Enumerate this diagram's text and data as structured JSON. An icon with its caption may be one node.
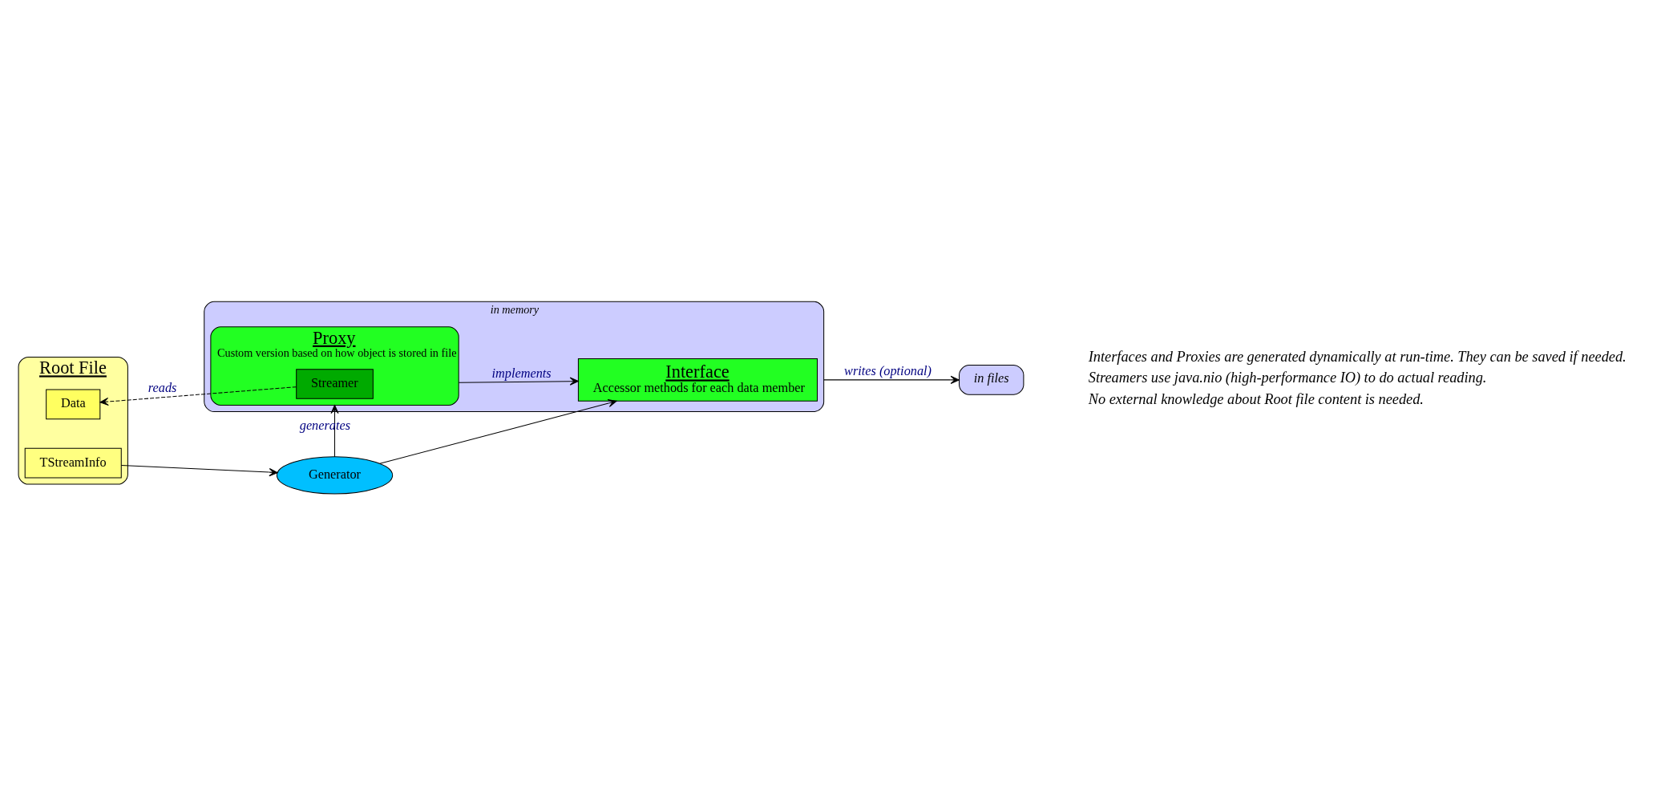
{
  "diagram": {
    "nodes": [
      {
        "text": [
          "Root File"
        ]
      },
      {
        "text": [
          "TStreamInfo"
        ],
        "in": 0
      },
      {
        "text": [
          "Data"
        ],
        "in": 0
      },
      {
        "text": [
          "Generator"
        ]
      },
      {
        "text": [
          "in memory"
        ]
      },
      {
        "text": [
          "Interface",
          "Accessor methods for each data member"
        ],
        "in": 4
      },
      {
        "text": [
          "Proxy",
          "Custom version based on how object is stored in file"
        ],
        "in": 4
      },
      {
        "text": [
          "Streamer"
        ],
        "in": 6
      },
      {
        "text": [
          "in files"
        ]
      }
    ],
    "edges": [
      {
        "from": 1,
        "to": 3,
        "arrow": "to"
      },
      {
        "from": 3,
        "to": 5,
        "arrow": "to"
      },
      {
        "from": 3,
        "to": 6,
        "arrow": "to",
        "label": "generates"
      },
      {
        "from": 6,
        "to": 5,
        "arrow": "to",
        "label": "implements"
      },
      {
        "from": 7,
        "to": 2,
        "arrow": "to",
        "label": "reads",
        "style": "dashed"
      },
      {
        "from": 4,
        "to": 8,
        "arrow": "to",
        "label": "writes (optional)"
      }
    ],
    "labels": [
      "Interfaces and Proxies are generated dynamically at run-time. They can be saved if needed.",
      "Streamers use java.nio (high-performance IO) to do actual reading.",
      "No external knowledge about Root file content is needed."
    ]
  }
}
